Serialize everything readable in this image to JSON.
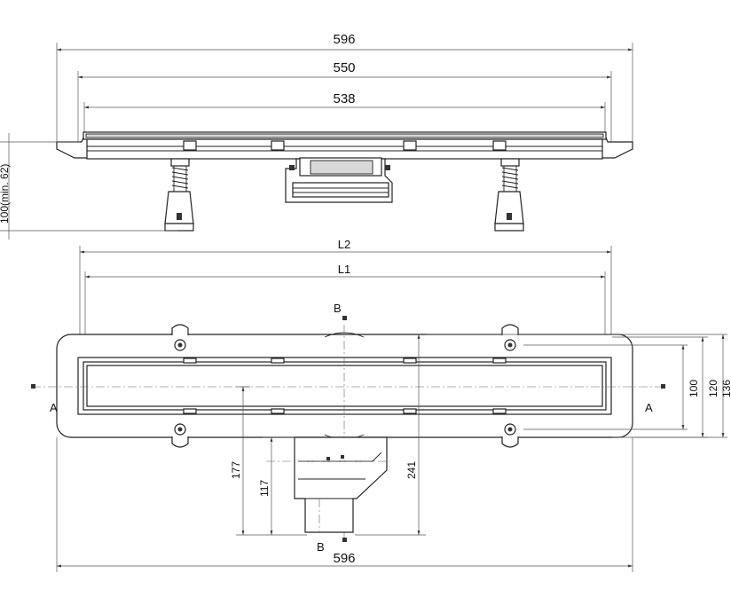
{
  "drawing": {
    "top_view": {
      "dim_overall": "596",
      "dim_middle": "550",
      "dim_inner": "538",
      "dim_height": "100(min. 62)"
    },
    "plan_view": {
      "dim_l2": "L2",
      "dim_l1": "L1",
      "dim_bottom": "596",
      "dim_100": "100",
      "dim_120": "120",
      "dim_136": "136",
      "dim_177": "177",
      "dim_117": "117",
      "dim_241": "241",
      "section_a_left": "A",
      "section_a_right": "A",
      "section_b_top": "B",
      "section_b_bottom": "B"
    }
  }
}
